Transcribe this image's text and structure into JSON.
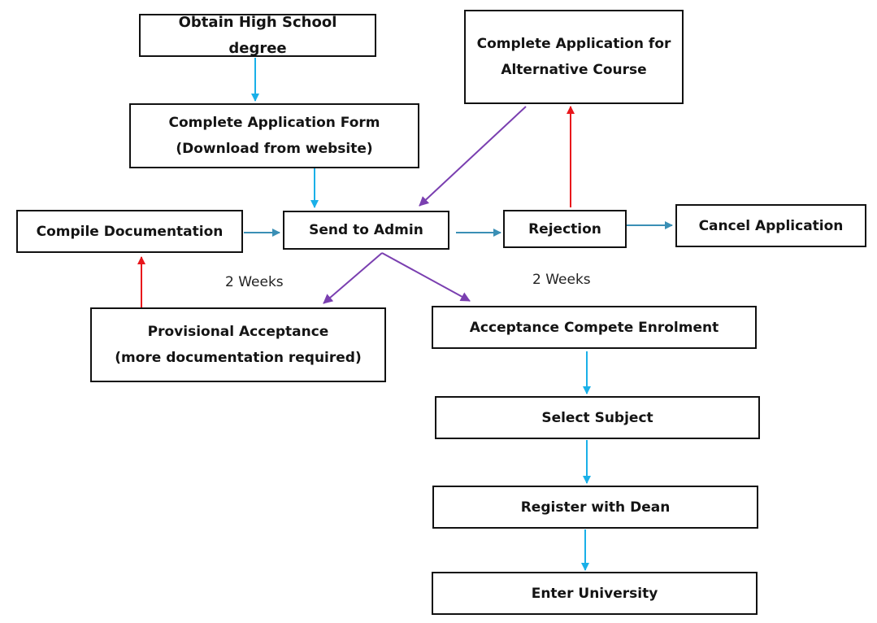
{
  "colors": {
    "flow_arrow": "#1ab0e8",
    "side_arrow": "#3a8fb5",
    "return_arrow": "#e8161b",
    "review_arrow": "#7a3fb0"
  },
  "nodes": {
    "obtain_degree": "Obtain High School degree",
    "application_form_line1": "Complete Application Form",
    "application_form_line2": "(Download from website)",
    "alt_course_line1": "Complete Application for",
    "alt_course_line2": "Alternative Course",
    "compile_docs": "Compile Documentation",
    "send_admin": "Send to Admin",
    "rejection": "Rejection",
    "cancel_application": "Cancel Application",
    "provisional_line1": "Provisional Acceptance",
    "provisional_line2": "(more documentation required)",
    "acceptance": "Acceptance Compete Enrolment",
    "select_subject": "Select Subject",
    "register_dean": "Register with Dean",
    "enter_university": "Enter University"
  },
  "notes": {
    "weeks_left": "2 Weeks",
    "weeks_right": "2 Weeks"
  }
}
